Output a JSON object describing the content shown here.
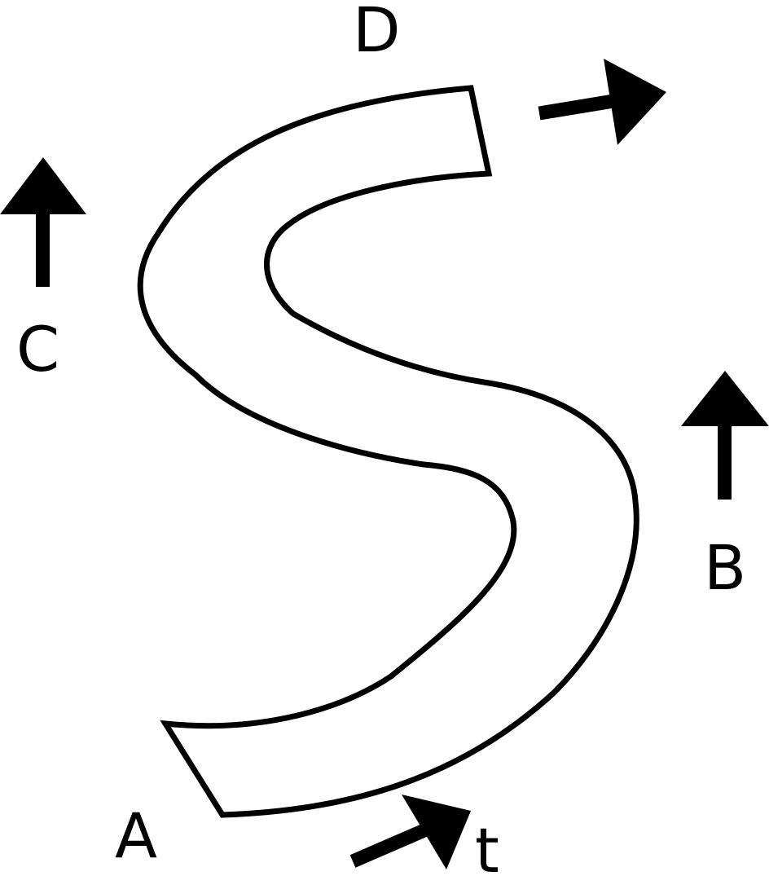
{
  "diagram": {
    "labels": {
      "a": "A",
      "b": "B",
      "c": "C",
      "d": "D",
      "t": "t"
    },
    "colors": {
      "stroke": "#000000",
      "background": "#ffffff"
    },
    "shape": "s-shaped-curved-band",
    "arrows": [
      "arrow-c-up",
      "arrow-b-up",
      "arrow-d-right",
      "arrow-t-diagonal"
    ]
  }
}
